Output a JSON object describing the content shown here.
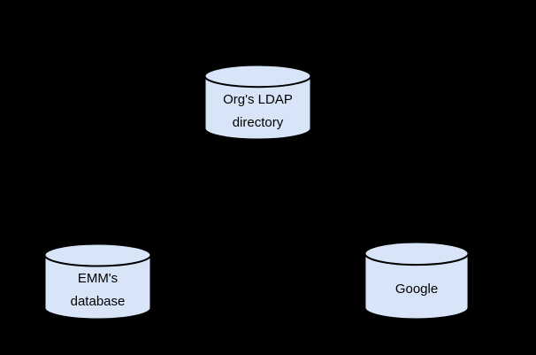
{
  "diagram": {
    "kind": "database-cylinder-diagram",
    "colors": {
      "background": "#000000",
      "cylinder_fill": "#d8e5f8",
      "cylinder_stroke": "#000000",
      "label_text": "#000000"
    },
    "nodes": [
      {
        "id": "orgs-ldap-directory",
        "shape": "database-cylinder",
        "label": "Org's LDAP\ndirectory"
      },
      {
        "id": "emms-database",
        "shape": "database-cylinder",
        "label": "EMM's\ndatabase"
      },
      {
        "id": "google",
        "shape": "database-cylinder",
        "label": "Google"
      }
    ]
  }
}
